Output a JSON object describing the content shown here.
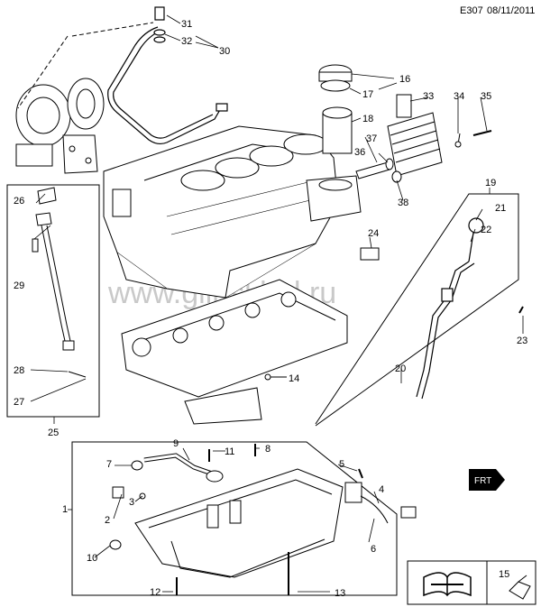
{
  "header": {
    "code": "E307",
    "date": "08/11/2011"
  },
  "watermark": "www.glinsklad.ru",
  "callouts": [
    "1",
    "2",
    "3",
    "4",
    "5",
    "6",
    "7",
    "8",
    "9",
    "10",
    "11",
    "12",
    "13",
    "14",
    "15",
    "16",
    "17",
    "18",
    "19",
    "20",
    "21",
    "22",
    "23",
    "24",
    "25",
    "26",
    "27",
    "28",
    "29",
    "30",
    "31",
    "32",
    "33",
    "34",
    "35",
    "36",
    "37",
    "38"
  ],
  "front_badge": "FRT",
  "icons": {
    "manual": "open-book-wrench-icon",
    "grease": "grease-tube-icon"
  }
}
